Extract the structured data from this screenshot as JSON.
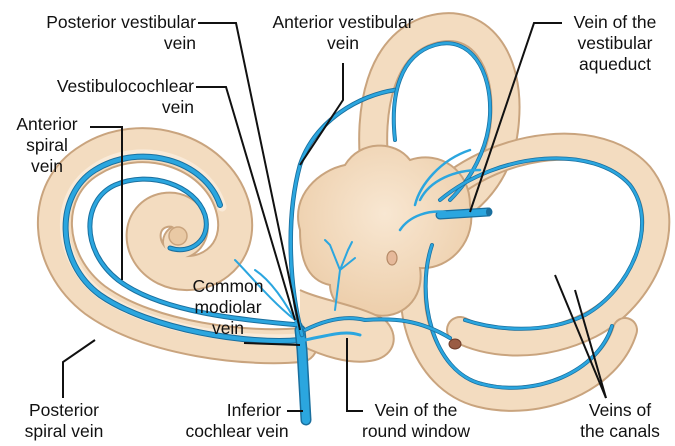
{
  "labels": {
    "posterior_vestibular_vein": [
      "Posterior vestibular",
      "vein"
    ],
    "anterior_vestibular_vein": [
      "Anterior vestibular",
      "vein"
    ],
    "vein_of_vestibular_aqueduct": [
      "Vein of the",
      "vestibular",
      "aqueduct"
    ],
    "vestibulocochlear_vein": [
      "Vestibulocochlear",
      "vein"
    ],
    "anterior_spiral_vein": [
      "Anterior",
      "spiral",
      "vein"
    ],
    "common_modiolar_vein": [
      "Common",
      "modiolar",
      "vein"
    ],
    "posterior_spiral_vein": [
      "Posterior",
      "spiral vein"
    ],
    "inferior_cochlear_vein": [
      "Inferior",
      "cochlear vein"
    ],
    "vein_of_round_window": [
      "Vein of the",
      "round window"
    ],
    "veins_of_the_canals": [
      "Veins of",
      "the canals"
    ]
  },
  "colors": {
    "bone_fill": "#f3dcc0",
    "bone_edge": "#c9a47e",
    "bone_shade": "#e5c39c",
    "vein": "#2ba6df",
    "vein_dark": "#1a6f9e",
    "leader": "#111111"
  }
}
